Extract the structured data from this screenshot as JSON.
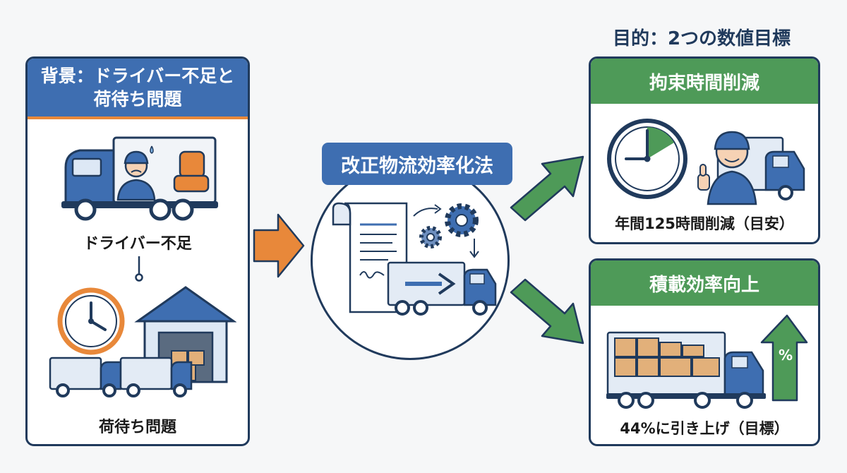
{
  "background_panel": {
    "title": "背景：ドライバー不足と荷待ち問題",
    "items": [
      {
        "label": "ドライバー不足"
      },
      {
        "label": "荷待ち問題"
      }
    ]
  },
  "law": {
    "label": "改正物流効率化法"
  },
  "goals": {
    "title": "目的：2つの数値目標",
    "items": [
      {
        "heading": "拘束時間削減",
        "caption": "年間125時間削減（目安）"
      },
      {
        "heading": "積載効率向上",
        "caption": "44%に引き上げ（目標）",
        "badge": "%"
      }
    ]
  },
  "colors": {
    "navy": "#203a5c",
    "blue": "#3e6eb1",
    "orange": "#e8883a",
    "green": "#4e9a58"
  }
}
